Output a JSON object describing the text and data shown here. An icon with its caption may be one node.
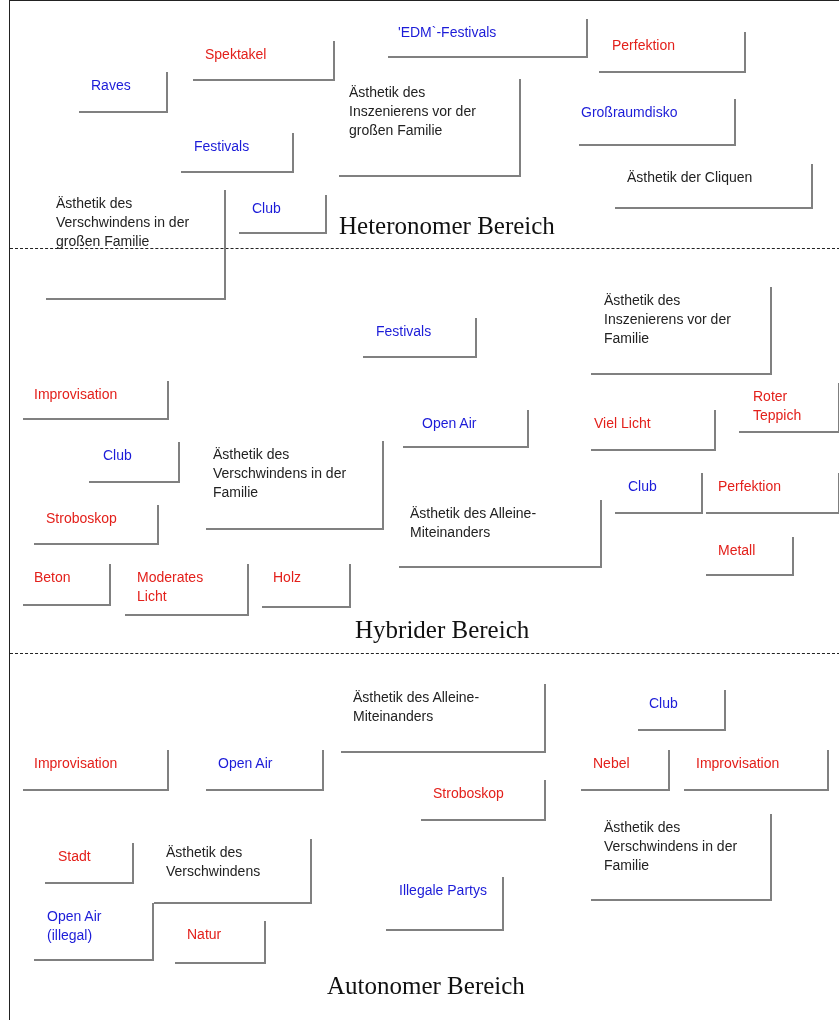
{
  "diagram": {
    "nodes": [
      {
        "text": [
          "Heteronomer Bereich"
        ]
      },
      {
        "text": [
          "Raves"
        ],
        "in": 0
      },
      {
        "text": [
          "Spektakel"
        ],
        "in": 0
      },
      {
        "text": [
          "'EDM`-Festivals"
        ],
        "in": 0
      },
      {
        "text": [
          "Perfektion"
        ],
        "in": 0
      },
      {
        "text": [
          "Ästhetik des Inszenierens vor der großen Familie"
        ],
        "in": 0
      },
      {
        "text": [
          "Großraumdisko"
        ],
        "in": 0
      },
      {
        "text": [
          "Festivals"
        ],
        "in": 0
      },
      {
        "text": [
          "Ästhetik der Cliquen"
        ],
        "in": 0
      },
      {
        "text": [
          "Ästhetik des Verschwindens in der großen Familie"
        ]
      },
      {
        "text": [
          "Club"
        ],
        "in": 0
      },
      {
        "text": [
          "Hybrider Bereich"
        ]
      },
      {
        "text": [
          "Festivals"
        ],
        "in": 11
      },
      {
        "text": [
          "Ästhetik des Inszenierens vor der Familie"
        ],
        "in": 11
      },
      {
        "text": [
          "Improvisation"
        ],
        "in": 11
      },
      {
        "text": [
          "Roter Teppich"
        ],
        "in": 11
      },
      {
        "text": [
          "Open Air"
        ],
        "in": 11
      },
      {
        "text": [
          "Viel Licht"
        ],
        "in": 11
      },
      {
        "text": [
          "Club"
        ],
        "in": 11
      },
      {
        "text": [
          "Ästhetik des Verschwindens in der Familie"
        ],
        "in": 11
      },
      {
        "text": [
          "Club"
        ],
        "in": 11
      },
      {
        "text": [
          "Perfektion"
        ],
        "in": 11
      },
      {
        "text": [
          "Stroboskop"
        ],
        "in": 11
      },
      {
        "text": [
          "Ästhetik des Alleine-Miteinanders"
        ],
        "in": 11
      },
      {
        "text": [
          "Metall"
        ],
        "in": 11
      },
      {
        "text": [
          "Beton"
        ],
        "in": 11
      },
      {
        "text": [
          "Moderates Licht"
        ],
        "in": 11
      },
      {
        "text": [
          "Holz"
        ],
        "in": 11
      },
      {
        "text": [
          "Autonomer Bereich"
        ]
      },
      {
        "text": [
          "Ästhetik des Alleine-Miteinanders"
        ],
        "in": 28
      },
      {
        "text": [
          "Club"
        ],
        "in": 28
      },
      {
        "text": [
          "Improvisation"
        ],
        "in": 28
      },
      {
        "text": [
          "Open Air"
        ],
        "in": 28
      },
      {
        "text": [
          "Nebel"
        ],
        "in": 28
      },
      {
        "text": [
          "Improvisation"
        ],
        "in": 28
      },
      {
        "text": [
          "Stroboskop"
        ],
        "in": 28
      },
      {
        "text": [
          "Ästhetik des Verschwindens in der Familie"
        ],
        "in": 28
      },
      {
        "text": [
          "Stadt"
        ],
        "in": 28
      },
      {
        "text": [
          "Ästhetik des Verschwindens"
        ],
        "in": 28
      },
      {
        "text": [
          "Illegale Partys"
        ],
        "in": 28
      },
      {
        "text": [
          "Open Air (illegal)"
        ],
        "in": 28
      },
      {
        "text": [
          "Natur"
        ],
        "in": 28
      }
    ]
  }
}
